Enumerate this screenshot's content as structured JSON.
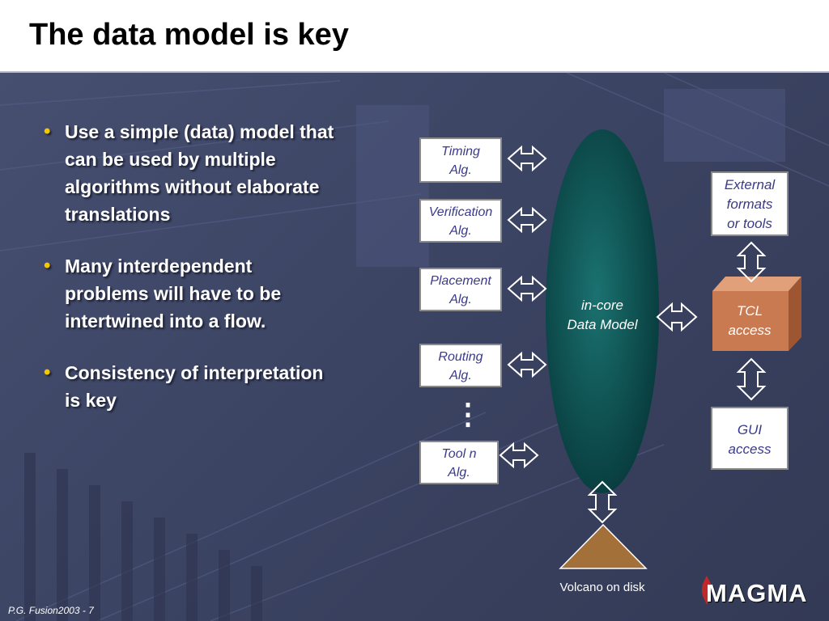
{
  "slide": {
    "title": "The data model is key",
    "footer": "P.G. Fusion2003 -  7",
    "logo": "MAGMA"
  },
  "bullets": [
    "Use a simple (data) model that  can be used by multiple algorithms without elaborate translations",
    "Many interdependent problems will have to be intertwined into a flow.",
    "Consistency of interpretation is key"
  ],
  "diagram": {
    "tools": [
      {
        "line1": "Timing",
        "line2": "Alg."
      },
      {
        "line1": "Verification",
        "line2": "Alg."
      },
      {
        "line1": "Placement",
        "line2": "Alg."
      },
      {
        "line1": "Routing",
        "line2": "Alg."
      },
      {
        "line1": "Tool n",
        "line2": "Alg."
      }
    ],
    "ellipsis": "⋮",
    "core": {
      "line1": "in-core",
      "line2": "Data Model"
    },
    "external": {
      "line1": "External",
      "line2": "formats",
      "line3": "or tools"
    },
    "tcl": {
      "line1": "TCL",
      "line2": "access"
    },
    "gui": {
      "line1": "GUI",
      "line2": "access"
    },
    "volcano_label": "Volcano on disk"
  },
  "colors": {
    "background": "#3b4462",
    "core_fill": "#0f5352",
    "tcl_fill": "#c97a50",
    "volcano_fill": "#a4703a",
    "bullet_dot": "#f2c800",
    "box_text": "#3a3a8a"
  }
}
